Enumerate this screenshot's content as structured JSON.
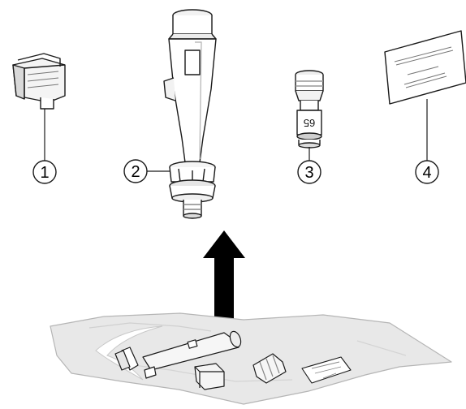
{
  "callouts": [
    {
      "id": "1",
      "label": "1"
    },
    {
      "id": "2",
      "label": "2"
    },
    {
      "id": "3",
      "label": "3"
    },
    {
      "id": "4",
      "label": "4"
    }
  ],
  "valve_marking": "65",
  "arrow_direction": "up",
  "colors": {
    "line": "#1a1a1a",
    "part_fill": "#ffffff",
    "shade": "#cfcfcf",
    "bag_fill": "#e8e8e8",
    "bag_edge": "#b5b5b5",
    "arrow": "#000000"
  }
}
